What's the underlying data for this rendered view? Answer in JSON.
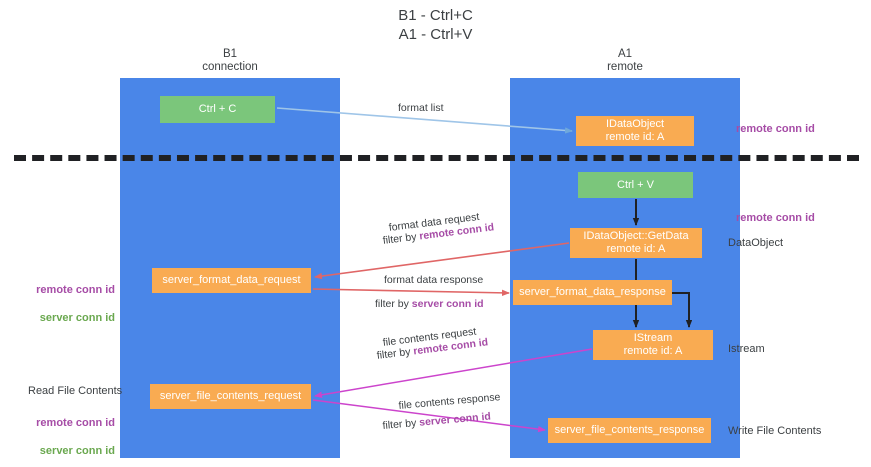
{
  "title": "B1 - Ctrl+C\nA1 - Ctrl+V",
  "columns": [
    {
      "name": "b1",
      "header": "B1\nconnection"
    },
    {
      "name": "a1",
      "header": "A1\nremote"
    }
  ],
  "nodes": {
    "ctrl_c": "Ctrl + C",
    "idataobject": "IDataObject\nremote id: A",
    "ctrl_v": "Ctrl + V",
    "getdata": "IDataObject::GetData\nremote id: A",
    "server_format_data_request": "server_format_data_request",
    "server_format_data_response": "server_format_data_response",
    "istream": "IStream\nremote id: A",
    "server_file_contents_request": "server_file_contents_request",
    "server_file_contents_response": "server_file_contents_response"
  },
  "annotations": {
    "remote_conn_id_1": "remote conn id",
    "remote_conn_id_2": "remote conn id",
    "dataobject": "DataObject",
    "istream": "Istream",
    "write_file_contents": "Write File Contents",
    "read_file_contents": "Read File Contents",
    "left_remote_conn_id": "remote conn id",
    "left_server_conn_id": "server conn id",
    "left_remote_conn_id_2": "remote conn id",
    "left_server_conn_id_2": "server conn id"
  },
  "edges": {
    "format_list": "format list",
    "format_data_request": "format data request",
    "format_data_request_filter_prefix": "filter by ",
    "format_data_request_filter_key": "remote conn id",
    "format_data_response": "format data response",
    "format_data_response_filter_prefix": "filter by ",
    "format_data_response_filter_key": "server conn id",
    "file_contents_request": "file contents request",
    "file_contents_request_filter_prefix": "filter by ",
    "file_contents_request_filter_key": "remote conn id",
    "file_contents_response": "file contents response",
    "file_contents_response_filter_prefix": "filter by ",
    "file_contents_response_filter_key": "server conn id"
  },
  "colors": {
    "lane": "#4a86e8",
    "node_green": "#7bc67b",
    "node_orange": "#f9ab52",
    "accent_purple": "#a64ca6",
    "accent_green": "#6aa84f",
    "arrow_red": "#e06666",
    "arrow_magenta": "#cc44cc",
    "arrow_blue": "#9fc5e8",
    "arrow_black": "#202124",
    "divider": "#202124"
  }
}
